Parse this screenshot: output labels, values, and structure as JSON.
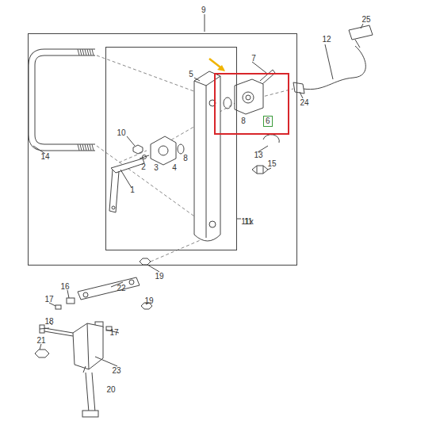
{
  "diagram": {
    "nodes": [
      {
        "text": [
          "9"
        ]
      },
      {
        "text": [
          "11"
        ],
        "in": 0
      },
      {
        "text": [
          "6"
        ]
      }
    ],
    "labels": [
      "25",
      "12",
      "7",
      "5",
      "24",
      "8",
      "10",
      "8",
      "2",
      "3",
      "4",
      "13",
      "15",
      "14",
      "1",
      "11x",
      "19",
      "16",
      "22",
      "17",
      "19",
      "18",
      "17",
      "21",
      "23",
      "20"
    ]
  }
}
